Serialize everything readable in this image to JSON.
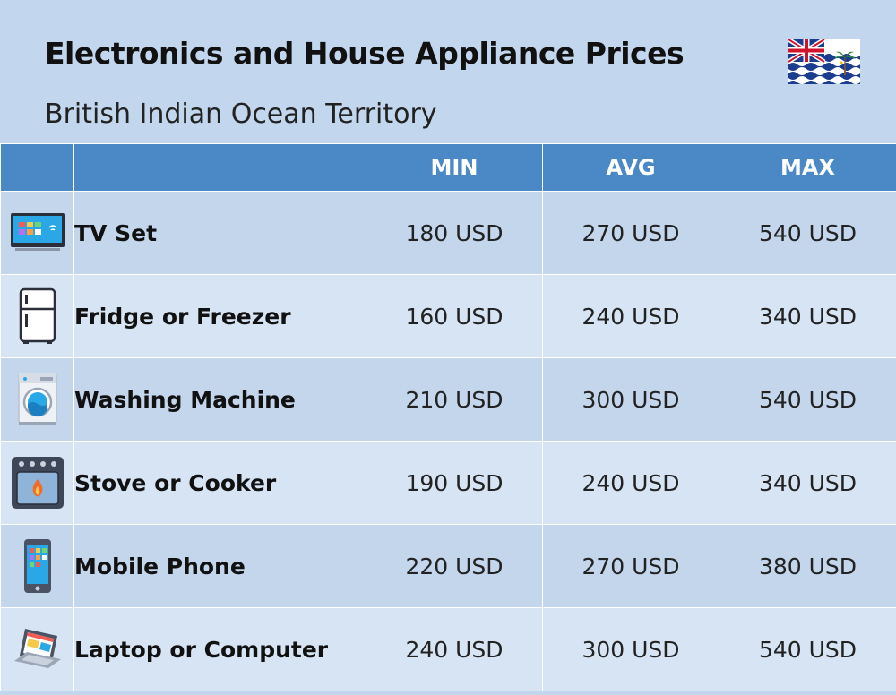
{
  "header": {
    "title": "Electronics and House Appliance Prices",
    "subtitle": "British Indian Ocean Territory",
    "flag_icon": "british-indian-ocean-territory-flag-icon"
  },
  "table": {
    "columns": [
      "",
      "",
      "MIN",
      "AVG",
      "MAX"
    ],
    "rows": [
      {
        "icon": "tv-icon",
        "name": "TV Set",
        "min": "180 USD",
        "avg": "270 USD",
        "max": "540 USD"
      },
      {
        "icon": "fridge-icon",
        "name": "Fridge or Freezer",
        "min": "160 USD",
        "avg": "240 USD",
        "max": "340 USD"
      },
      {
        "icon": "washing-machine-icon",
        "name": "Washing Machine",
        "min": "210 USD",
        "avg": "300 USD",
        "max": "540 USD"
      },
      {
        "icon": "stove-icon",
        "name": "Stove or Cooker",
        "min": "190 USD",
        "avg": "240 USD",
        "max": "340 USD"
      },
      {
        "icon": "mobile-phone-icon",
        "name": "Mobile Phone",
        "min": "220 USD",
        "avg": "270 USD",
        "max": "380 USD"
      },
      {
        "icon": "laptop-icon",
        "name": "Laptop or Computer",
        "min": "240 USD",
        "avg": "300 USD",
        "max": "540 USD"
      }
    ]
  },
  "colors": {
    "background": "#c2d7ee",
    "header_row": "#4a89c6",
    "row_odd": "#c3d6ec",
    "row_even": "#d6e4f4"
  }
}
